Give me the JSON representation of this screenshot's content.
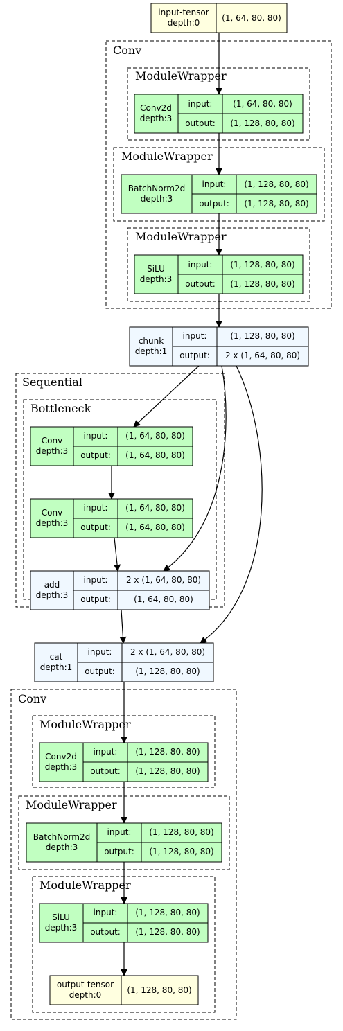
{
  "colors": {
    "tensor": "#ffffe0",
    "module": "#c1ffc1",
    "function": "#f0f8ff"
  },
  "clusters": {
    "conv1": "Conv",
    "mw1": "ModuleWrapper",
    "mw2": "ModuleWrapper",
    "mw3": "ModuleWrapper",
    "sequential": "Sequential",
    "bottleneck": "Bottleneck",
    "conv2": "Conv",
    "mw4": "ModuleWrapper",
    "mw5": "ModuleWrapper",
    "mw6": "ModuleWrapper"
  },
  "nodes": {
    "input_tensor": {
      "name": "input-tensor",
      "depth": "depth:0",
      "shape": "(1, 64, 80, 80)"
    },
    "conv2d_1": {
      "name": "Conv2d",
      "depth": "depth:3",
      "input_label": "input:",
      "input": "(1, 64, 80, 80)",
      "output_label": "output:",
      "output": "(1, 128, 80, 80)"
    },
    "bn_1": {
      "name": "BatchNorm2d",
      "depth": "depth:3",
      "input_label": "input:",
      "input": "(1, 128, 80, 80)",
      "output_label": "output:",
      "output": "(1, 128, 80, 80)"
    },
    "silu_1": {
      "name": "SiLU",
      "depth": "depth:3",
      "input_label": "input:",
      "input": "(1, 128, 80, 80)",
      "output_label": "output:",
      "output": "(1, 128, 80, 80)"
    },
    "chunk": {
      "name": "chunk",
      "depth": "depth:1",
      "input_label": "input:",
      "input": "(1, 128, 80, 80)",
      "output_label": "output:",
      "output": "2 x (1, 64, 80, 80)"
    },
    "conv_a": {
      "name": "Conv",
      "depth": "depth:3",
      "input_label": "input:",
      "input": "(1, 64, 80, 80)",
      "output_label": "output:",
      "output": "(1, 64, 80, 80)"
    },
    "conv_b": {
      "name": "Conv",
      "depth": "depth:3",
      "input_label": "input:",
      "input": "(1, 64, 80, 80)",
      "output_label": "output:",
      "output": "(1, 64, 80, 80)"
    },
    "add": {
      "name": "add",
      "depth": "depth:3",
      "input_label": "input:",
      "input": "2 x (1, 64, 80, 80)",
      "output_label": "output:",
      "output": "(1, 64, 80, 80)"
    },
    "cat": {
      "name": "cat",
      "depth": "depth:1",
      "input_label": "input:",
      "input": "2 x (1, 64, 80, 80)",
      "output_label": "output:",
      "output": "(1, 128, 80, 80)"
    },
    "conv2d_2": {
      "name": "Conv2d",
      "depth": "depth:3",
      "input_label": "input:",
      "input": "(1, 128, 80, 80)",
      "output_label": "output:",
      "output": "(1, 128, 80, 80)"
    },
    "bn_2": {
      "name": "BatchNorm2d",
      "depth": "depth:3",
      "input_label": "input:",
      "input": "(1, 128, 80, 80)",
      "output_label": "output:",
      "output": "(1, 128, 80, 80)"
    },
    "silu_2": {
      "name": "SiLU",
      "depth": "depth:3",
      "input_label": "input:",
      "input": "(1, 128, 80, 80)",
      "output_label": "output:",
      "output": "(1, 128, 80, 80)"
    },
    "output_tensor": {
      "name": "output-tensor",
      "depth": "depth:0",
      "shape": "(1, 128, 80, 80)"
    }
  }
}
